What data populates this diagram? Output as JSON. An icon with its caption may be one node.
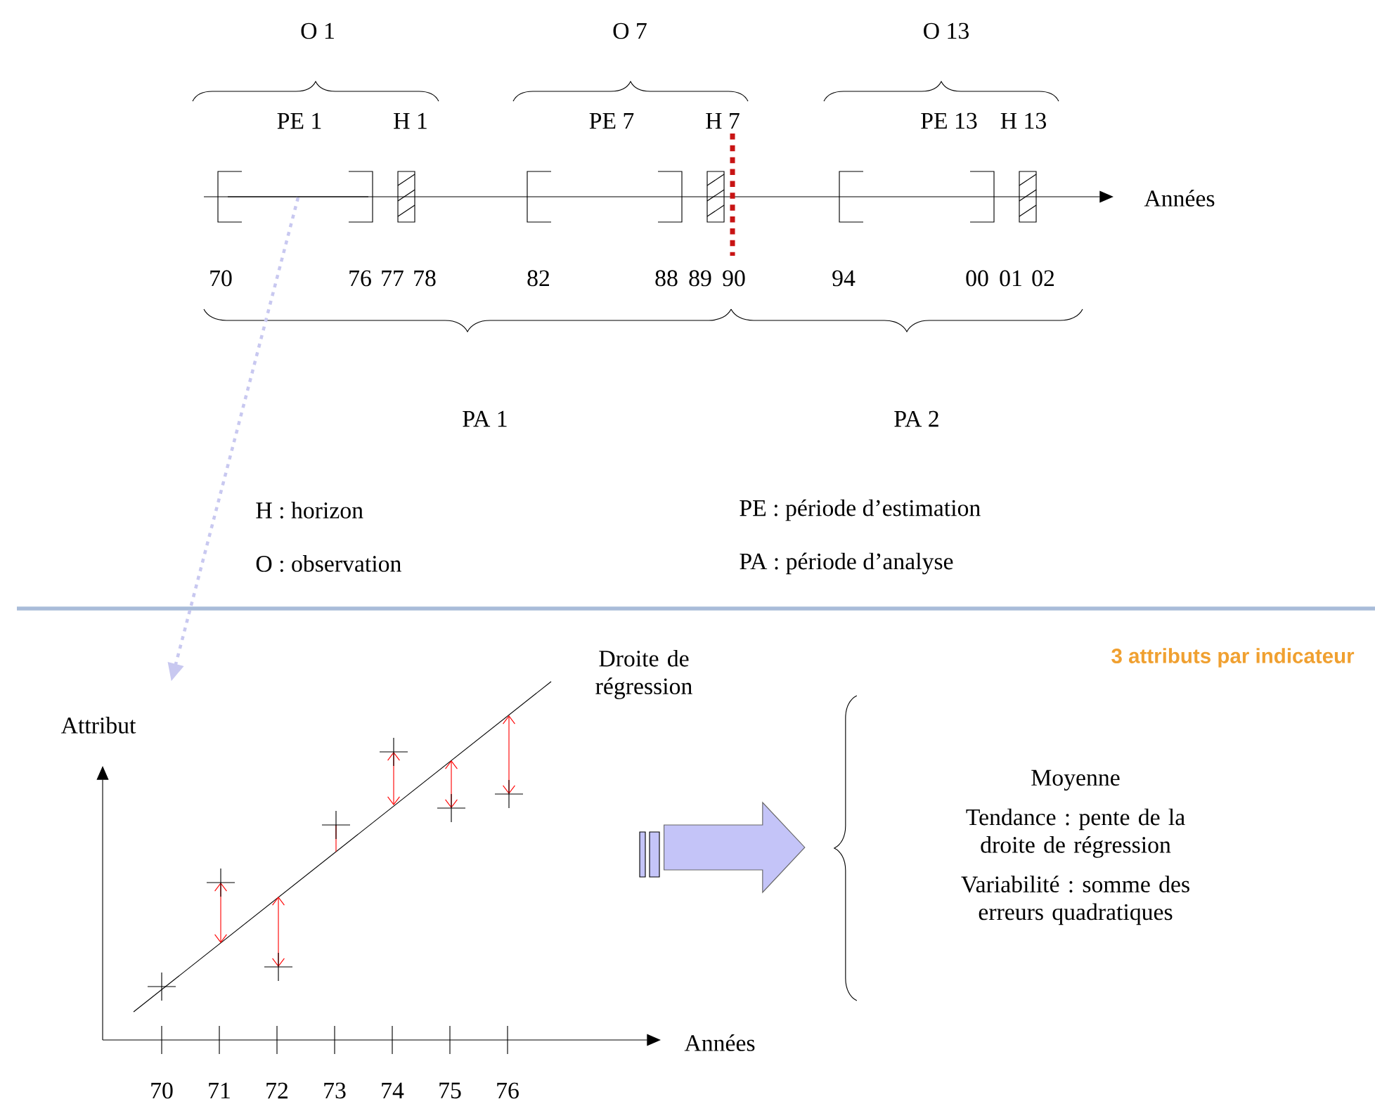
{
  "diagram": {
    "title": "3 attributs par indicateur",
    "nodes": [
      {
        "text": [],
        "shape": "bar"
      },
      {
        "text": [],
        "shape": "picture"
      },
      {
        "text": [
          "Moyenne",
          "Tendance : pente de la droite de régression",
          "Variabilité : somme des erreurs quadratiques"
        ]
      }
    ],
    "edges": [
      {
        "from": 0,
        "to": 1,
        "arrow": "to",
        "style": "dashed",
        "color": "#c8c8f0"
      },
      {
        "from": 1,
        "to": 2,
        "arrow": "to",
        "style": "thick",
        "color": "#c4c4f8"
      }
    ],
    "labels": [
      "O 1",
      "O 7",
      "O 13",
      "PE 1",
      "H 1",
      "PE 7",
      "H 7",
      "PE 13",
      "H 13",
      "Années",
      "70",
      "76",
      "77",
      "78",
      "82",
      "88",
      "89",
      "90",
      "94",
      "00",
      "01",
      "02",
      "PA 1",
      "PA 2",
      "H : horizon",
      "PE : période d’estimation",
      "O : observation",
      "PA : période d’analyse",
      "Droite de régression",
      "Attribut",
      "Années",
      "70",
      "71",
      "72",
      "73",
      "74",
      "75",
      "76"
    ]
  }
}
